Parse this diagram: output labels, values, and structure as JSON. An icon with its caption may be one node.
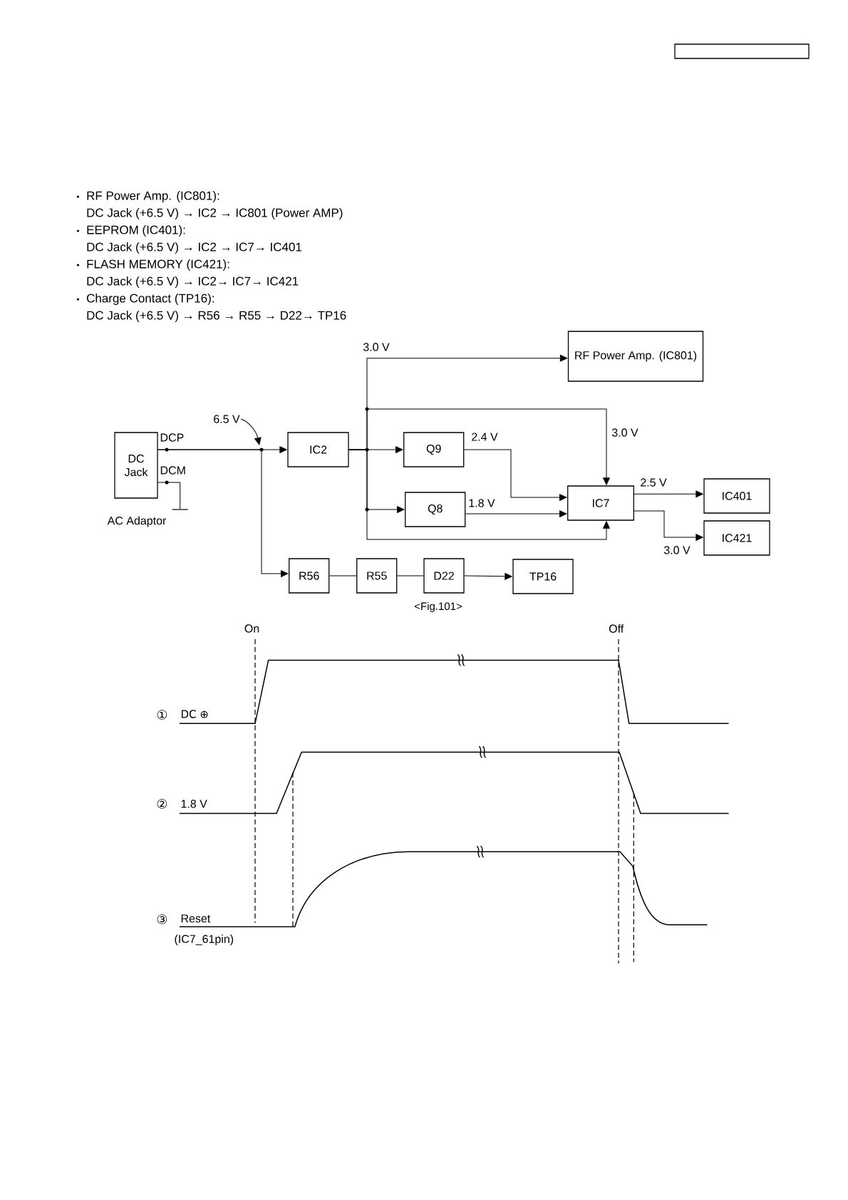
{
  "diagram": {
    "caption": "<Fig.101>",
    "nodes": [
      {
        "text": [
          "DC Jack"
        ]
      },
      {
        "text": [
          "IC2"
        ]
      },
      {
        "text": [
          "RF Power Amp. (IC801)"
        ]
      },
      {
        "text": [
          "Q9"
        ]
      },
      {
        "text": [
          "Q8"
        ]
      },
      {
        "text": [
          "IC7"
        ]
      },
      {
        "text": [
          "IC401"
        ]
      },
      {
        "text": [
          "IC421"
        ]
      },
      {
        "text": [
          "R56"
        ]
      },
      {
        "text": [
          "R55"
        ]
      },
      {
        "text": [
          "D22"
        ]
      },
      {
        "text": [
          "TP16"
        ]
      },
      {
        "text": [
          "6.5 V"
        ]
      },
      {
        "text": [],
        "shape": "ground"
      }
    ],
    "edges": [
      {
        "from": 0,
        "to": 1,
        "arrow": "to"
      },
      {
        "from": 0,
        "to": 8,
        "arrow": "to"
      },
      {
        "from": 0,
        "to": 13,
        "arrow": "none"
      },
      {
        "from": 12,
        "to": null,
        "arrow": "to"
      },
      {
        "from": 1,
        "to": 2,
        "arrow": "to",
        "label": "3.0 V"
      },
      {
        "from": 1,
        "to": 5,
        "arrow": "to",
        "label": "3.0 V"
      },
      {
        "from": 1,
        "to": 3,
        "arrow": "to"
      },
      {
        "from": 1,
        "to": 4,
        "arrow": "to"
      },
      {
        "from": 1,
        "to": 5,
        "arrow": "to"
      },
      {
        "from": 3,
        "to": 5,
        "arrow": "to",
        "label": "2.4 V"
      },
      {
        "from": 4,
        "to": 5,
        "arrow": "to",
        "label": "1.8 V"
      },
      {
        "from": 5,
        "to": 6,
        "arrow": "to",
        "label": "2.5 V"
      },
      {
        "from": 5,
        "to": 7,
        "arrow": "to",
        "label": "3.0 V"
      },
      {
        "from": 8,
        "to": 9,
        "arrow": "none"
      },
      {
        "from": 9,
        "to": 10,
        "arrow": "none"
      },
      {
        "from": 10,
        "to": 11,
        "arrow": "to"
      }
    ],
    "labels": [
      "RF Power Amp. (IC801):",
      "DC Jack (+6.5 V) → IC2 → IC801 (Power AMP)",
      "EEPROM (IC401):",
      "DC Jack (+6.5 V) → IC2 → IC7→ IC401",
      "FLASH MEMORY (IC421):",
      "DC Jack (+6.5 V) → IC2→ IC7→ IC421",
      "Charge Contact (TP16):",
      "DC Jack (+6.5 V) → R56 → R55 → D22→ TP16",
      "DCP",
      "DCM",
      "AC Adaptor",
      "On",
      "Off",
      "①",
      "DC ⊕",
      "②",
      "1.8 V",
      "③",
      "Reset",
      "(IC7_61pin)"
    ]
  }
}
